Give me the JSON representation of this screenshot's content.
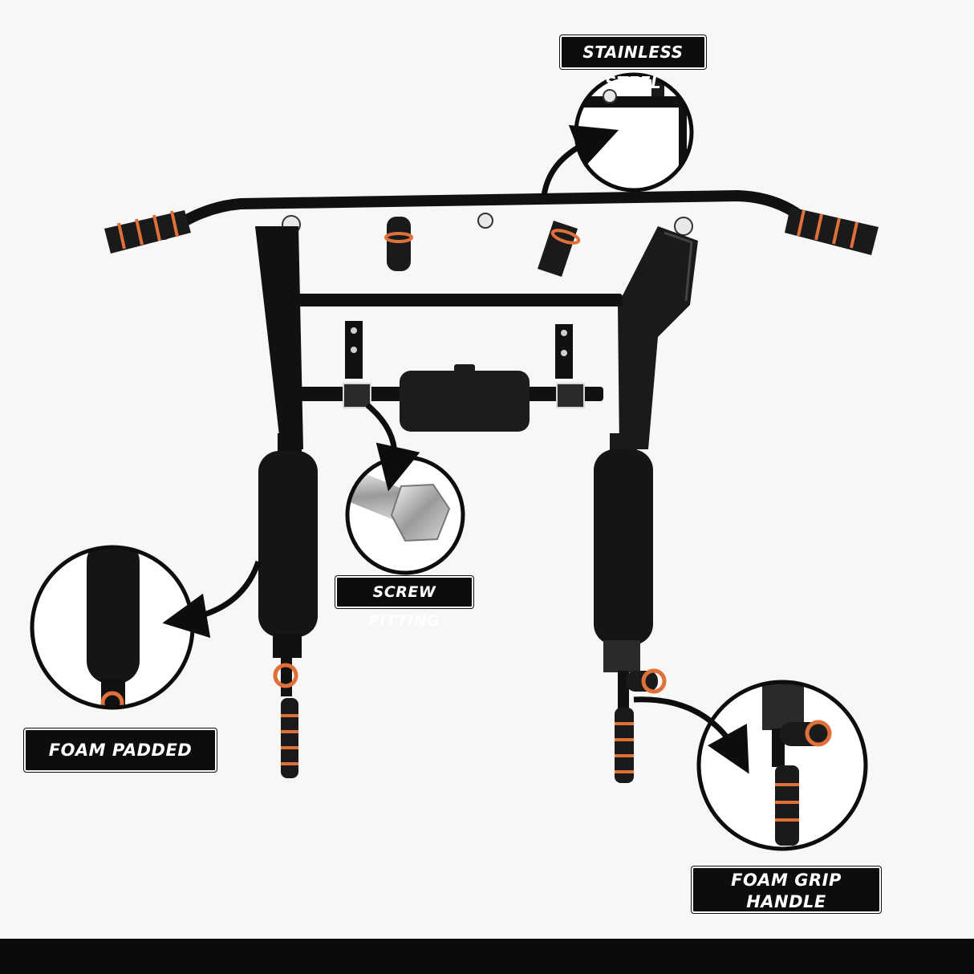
{
  "labels": {
    "stainless_steel": "STAINLESS STEEL",
    "screw_fitting": "SCREW FITTING",
    "foam_padded": "FOAM PADDED",
    "foam_grip_line1": "FOAM GRIP",
    "foam_grip_line2": "HANDLE"
  },
  "colors": {
    "background": "#f8f7f5",
    "frame": "#111111",
    "foam": "#1a1a1a",
    "accent_orange": "#e0703a",
    "label_bg": "#0d0d0d",
    "label_text": "#ffffff"
  }
}
